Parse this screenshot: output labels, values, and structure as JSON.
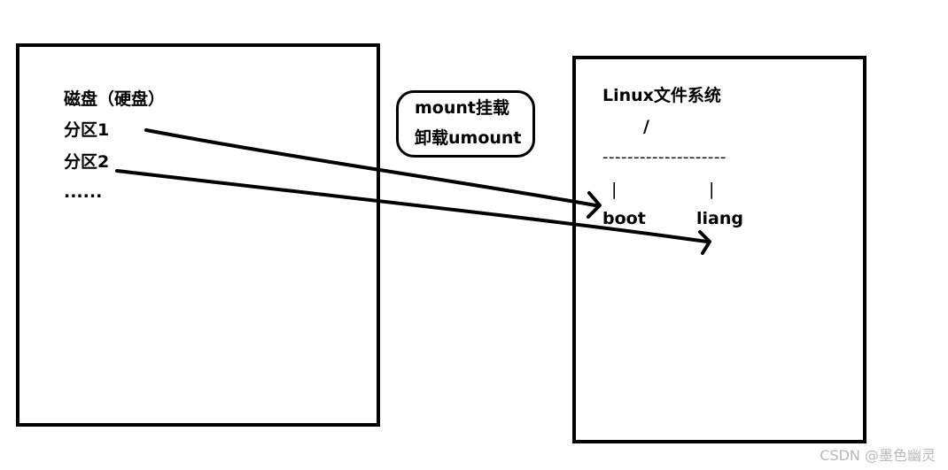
{
  "disk": {
    "title": "磁盘（硬盘）",
    "partition1": "分区1",
    "partition2": "分区2",
    "ellipsis": "......"
  },
  "operations": {
    "mount": "mount挂载",
    "umount": "卸载umount"
  },
  "filesystem": {
    "title": "Linux文件系统",
    "root": "/",
    "divider": "--------------------",
    "branch_left": "|",
    "branch_right": "|",
    "dir_boot": "boot",
    "dir_liang": "liang"
  },
  "watermark": "CSDN @墨色幽灵",
  "colors": {
    "ink": "#000000",
    "watermark": "#b8b8b8"
  }
}
